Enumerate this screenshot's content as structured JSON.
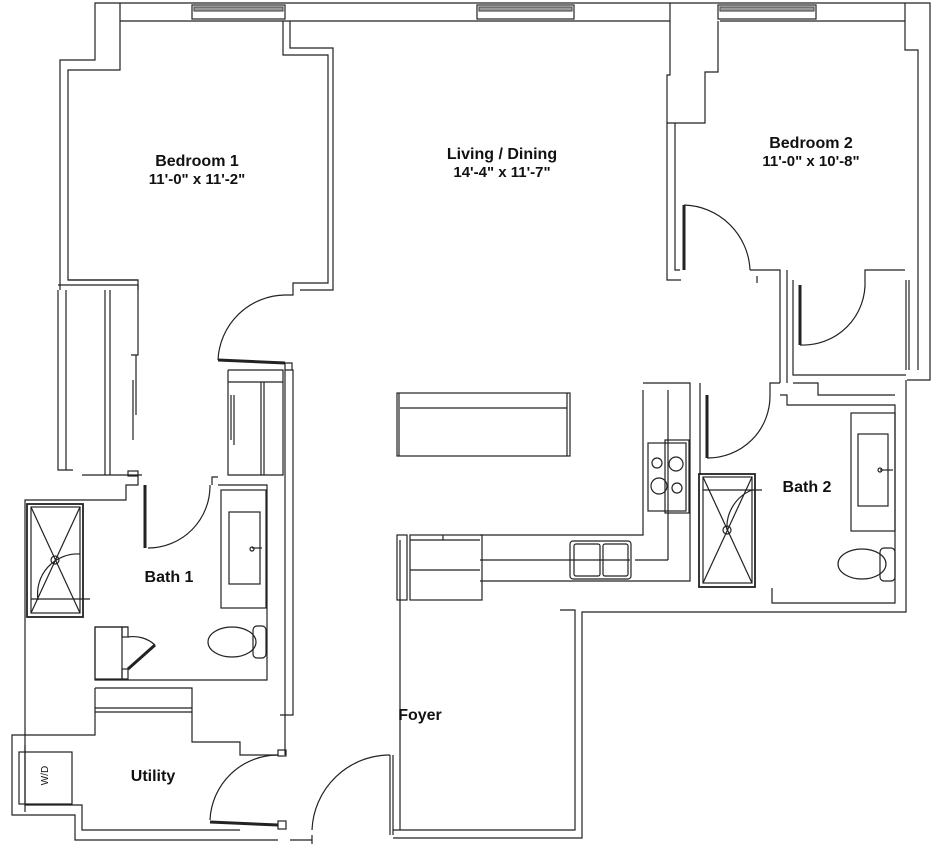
{
  "floor_plan": {
    "rooms": [
      {
        "id": "bedroom-1",
        "name": "Bedroom 1",
        "dimensions": "11'-0\" x 11'-2\""
      },
      {
        "id": "living-dining",
        "name": "Living / Dining",
        "dimensions": "14'-4\" x 11'-7\""
      },
      {
        "id": "bedroom-2",
        "name": "Bedroom 2",
        "dimensions": "11'-0\" x 10'-8\""
      },
      {
        "id": "bath-1",
        "name": "Bath 1"
      },
      {
        "id": "bath-2",
        "name": "Bath 2"
      },
      {
        "id": "foyer",
        "name": "Foyer"
      },
      {
        "id": "utility",
        "name": "Utility"
      }
    ],
    "fixtures": {
      "washer_dryer_label": "W/D"
    },
    "colors": {
      "line": "#222222",
      "background": "#ffffff",
      "window_fill": "#9a9a9a"
    }
  }
}
